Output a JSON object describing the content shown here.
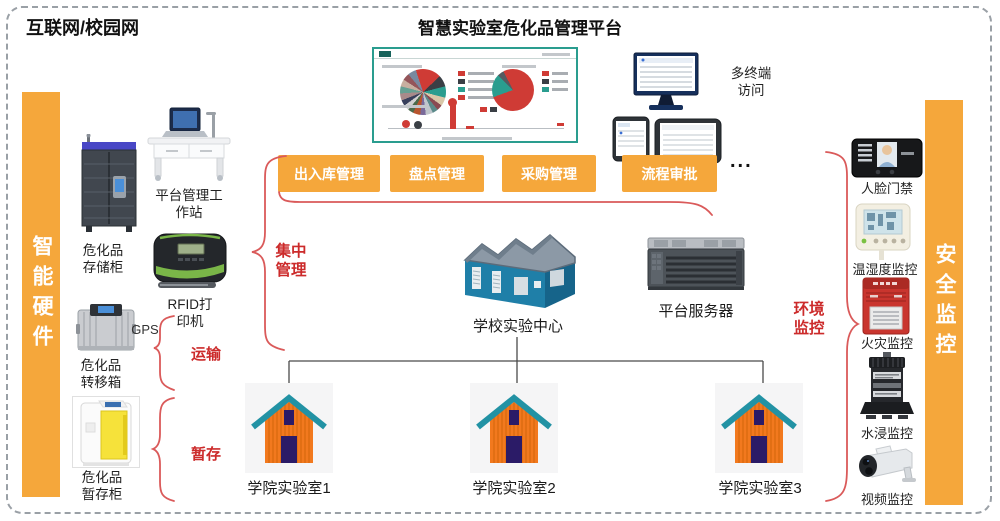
{
  "titles": {
    "network": "互联网/校园网",
    "platform": "智慧实验室危化品管理平台"
  },
  "sidebars": {
    "left": "智能硬件",
    "right": "安全监控"
  },
  "terminals": {
    "label": "多终端访问"
  },
  "modules": {
    "items": [
      "出入库管理",
      "盘点管理",
      "采购管理",
      "流程审批"
    ],
    "more": "..."
  },
  "annotations": {
    "centralized": "集中管理",
    "transport": "运输",
    "temp_storage": "暂存",
    "environment": "环境监控"
  },
  "hardware_left": {
    "storage_cabinet": "危化品存储柜",
    "workstation": "平台管理工作站",
    "rfid_printer": "RFID打印机",
    "gps": "GPS",
    "transfer_box": "危化品转移箱",
    "temp_cabinet": "危化品暂存柜"
  },
  "center": {
    "lab_center": "学校实验中心",
    "server": "平台服务器",
    "labs": [
      "学院实验室1",
      "学院实验室2",
      "学院实验室3"
    ]
  },
  "monitoring_right": {
    "face_access": "人脸门禁",
    "temp_humidity": "温湿度监控",
    "fire": "火灾监控",
    "water": "水浸监控",
    "video": "视频监控"
  },
  "colors": {
    "accent_orange": "#F5A73B",
    "red_label": "#CC2B2B",
    "brace_red": "#DA5A5A",
    "house_orange": "#F2791E",
    "roof_teal": "#2292A4",
    "warehouse_blue": "#1F7FA8",
    "dashboard_teal": "#2A9D8F"
  }
}
